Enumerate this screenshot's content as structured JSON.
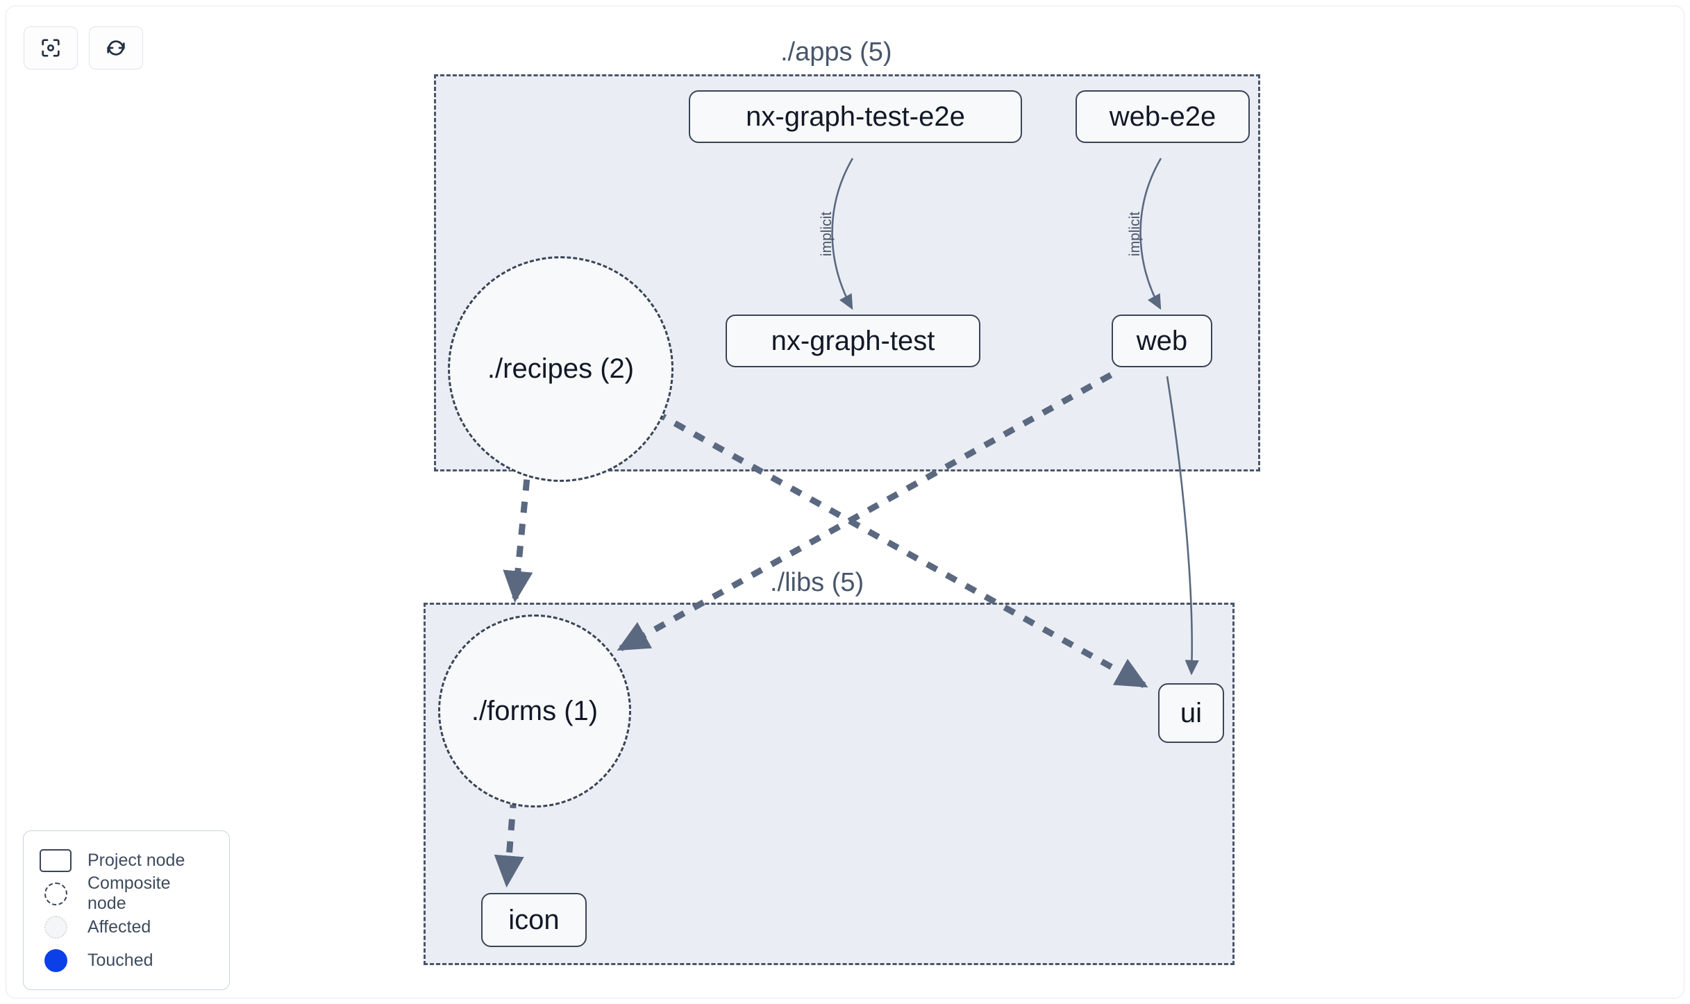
{
  "toolbar": {
    "buttons": [
      {
        "name": "focus-graph-button",
        "icon": "viewfinder-icon",
        "label": ""
      },
      {
        "name": "refresh-graph-button",
        "icon": "refresh-icon",
        "label": ""
      }
    ]
  },
  "groups": [
    {
      "id": "apps",
      "label": "./apps (5)"
    },
    {
      "id": "libs",
      "label": "./libs (5)"
    }
  ],
  "nodes": [
    {
      "id": "nx-graph-test-e2e",
      "label": "nx-graph-test-e2e",
      "type": "project",
      "group": "apps"
    },
    {
      "id": "web-e2e",
      "label": "web-e2e",
      "type": "project",
      "group": "apps"
    },
    {
      "id": "recipes",
      "label": "./recipes (2)",
      "type": "composite",
      "group": "apps"
    },
    {
      "id": "nx-graph-test",
      "label": "nx-graph-test",
      "type": "project",
      "group": "apps"
    },
    {
      "id": "web",
      "label": "web",
      "type": "project",
      "group": "apps"
    },
    {
      "id": "forms",
      "label": "./forms (1)",
      "type": "composite",
      "group": "libs"
    },
    {
      "id": "ui",
      "label": "ui",
      "type": "project",
      "group": "libs"
    },
    {
      "id": "icon",
      "label": "icon",
      "type": "project",
      "group": "libs"
    }
  ],
  "edges": [
    {
      "from": "nx-graph-test-e2e",
      "to": "nx-graph-test",
      "label": "implicit",
      "style": "solid"
    },
    {
      "from": "web-e2e",
      "to": "web",
      "label": "implicit",
      "style": "solid"
    },
    {
      "from": "web",
      "to": "ui",
      "label": "",
      "style": "solid"
    },
    {
      "from": "recipes",
      "to": "forms",
      "label": "",
      "style": "dashed"
    },
    {
      "from": "recipes",
      "to": "ui",
      "label": "",
      "style": "dashed"
    },
    {
      "from": "web",
      "to": "forms",
      "label": "",
      "style": "dashed"
    },
    {
      "from": "forms",
      "to": "icon",
      "label": "",
      "style": "dashed"
    }
  ],
  "legend": {
    "items": [
      {
        "swatch": "project-node-swatch",
        "label": "Project node"
      },
      {
        "swatch": "composite-node-swatch",
        "label": "Composite node"
      },
      {
        "swatch": "affected-swatch",
        "label": "Affected"
      },
      {
        "swatch": "touched-swatch",
        "label": "Touched"
      }
    ]
  },
  "colors": {
    "group_fill": "#eaeef4",
    "group_border": "#4a5568",
    "node_border": "#3a4457",
    "node_fill": "#f7f9fb",
    "edge": "#4a5568",
    "touched": "#0b3fe8",
    "text": "#121826"
  }
}
